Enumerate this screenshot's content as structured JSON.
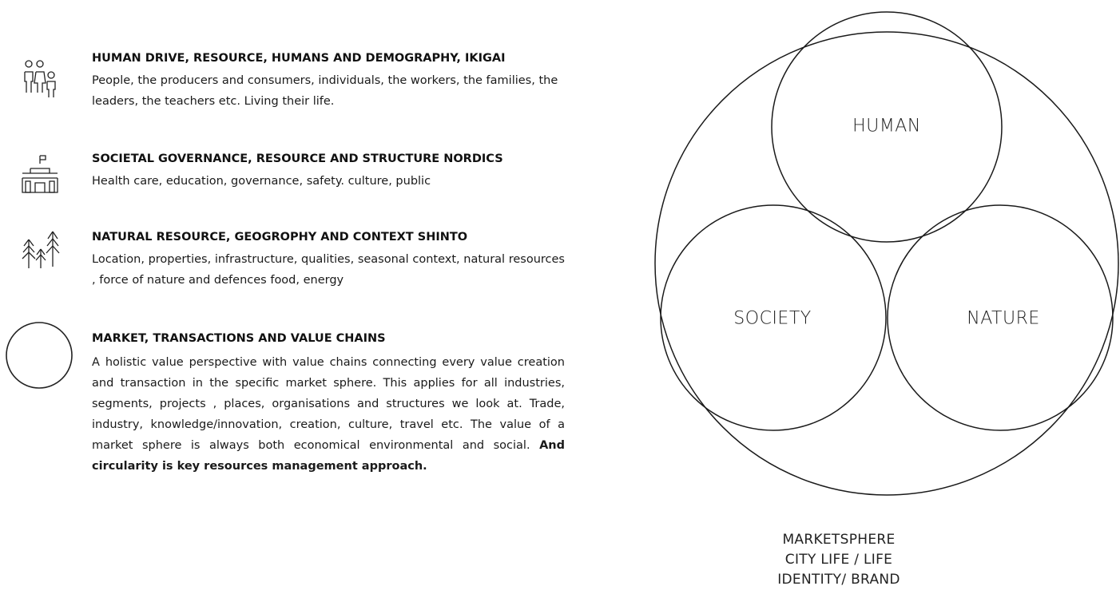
{
  "sections": [
    {
      "icon": "people-icon",
      "heading": "HUMAN DRIVE, RESOURCE, HUMANS AND DEMOGRAPHY, IKIGAI",
      "body": "People, the producers and consumers, individuals, the workers, the families, the leaders, the teachers etc. Living their life."
    },
    {
      "icon": "building-icon",
      "heading": "SOCIETAL GOVERNANCE, RESOURCE AND STRUCTURE NORDICS",
      "body": "Health care, education, governance, safety. culture, public"
    },
    {
      "icon": "trees-icon",
      "heading": "NATURAL RESOURCE, GEOGROPHY  AND CONTEXT SHINTO",
      "body": "Location, properties, infrastructure, qualities, seasonal context, natural resources , force of nature and defences food, energy"
    },
    {
      "icon": "circle-icon",
      "heading": "MARKET,  TRANSACTIONS AND VALUE CHAINS",
      "body": "A holistic value perspective with value chains connecting every value creation and transaction in the specific market sphere. This applies for all industries, segments, projects , places, organisations and structures we look at. Trade, industry, knowledge/innovation, creation, culture, travel etc. The value of a market sphere is always both economical environmental and social.",
      "body_bold": "And circularity is key resources management approach."
    }
  ],
  "diagram": {
    "labels": {
      "human": "HUMAN",
      "society": "SOCIETY",
      "nature": "NATURE"
    },
    "caption": [
      "MARKETSPHERE",
      "CITY LIFE / LIFE",
      "IDENTITY/ BRAND"
    ],
    "stroke_color": "#1a1a1a"
  }
}
